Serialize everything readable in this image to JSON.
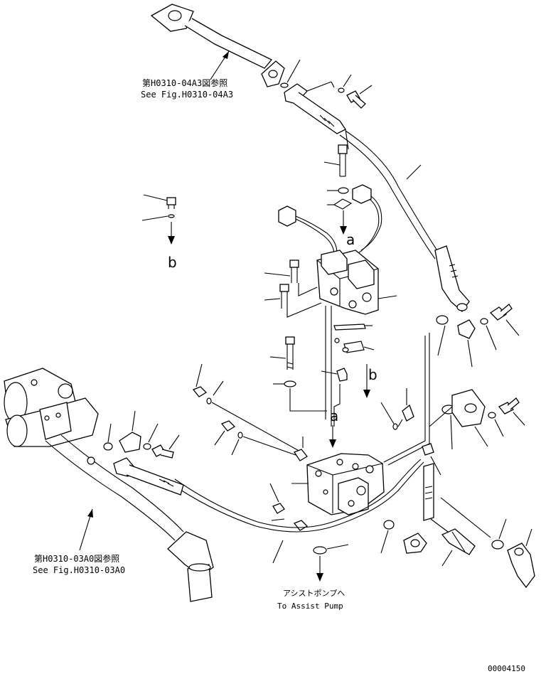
{
  "references": {
    "upper_jp": "第H0310-04A3図参照",
    "upper_en": "See Fig.H0310-04A3",
    "lower_jp": "第H0310-03A0図参照",
    "lower_en": "See Fig.H0310-03A0"
  },
  "destination": {
    "jp": "アシストポンプへ",
    "en": "To Assist Pump"
  },
  "connection_letters": {
    "a_top": "a",
    "b_left": "b",
    "b_right": "b",
    "a_low": "a"
  },
  "drawing_number": "00004150"
}
